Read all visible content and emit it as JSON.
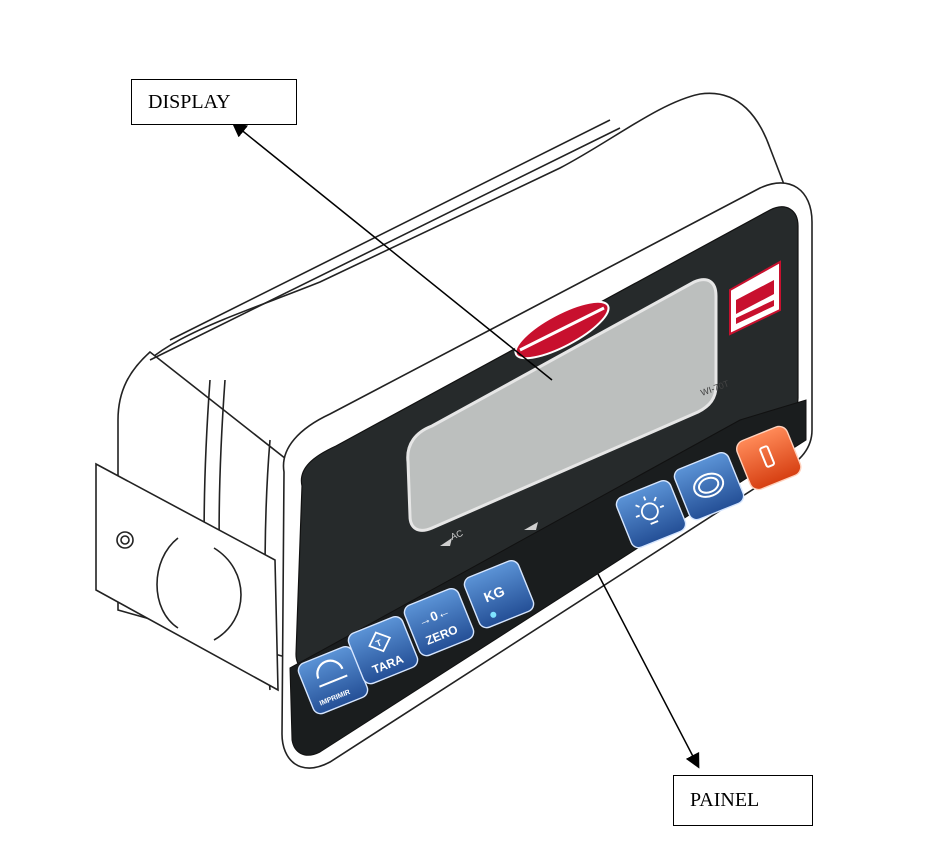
{
  "callouts": {
    "display": "DISPLAY",
    "panel": "PAINEL"
  },
  "device": {
    "brand_logo": "TOLEDO-style brand logo (red oval)",
    "side_logo": "brand logo (red)",
    "model_label": "WI-70T",
    "ac_indicator": "AC",
    "keys": {
      "print": "IMPRIMIR",
      "tare": "TARA",
      "zero": "ZERO",
      "unit": "KG",
      "light": "light-icon",
      "mode": "mode-icon",
      "power": "power-icon"
    }
  },
  "colors": {
    "key_blue": "#2f6fc0",
    "power_orange": "#e8501e",
    "logo_red": "#c8102e",
    "panel_dark": "#262a2b",
    "lcd_gray": "#bcbfbe"
  }
}
